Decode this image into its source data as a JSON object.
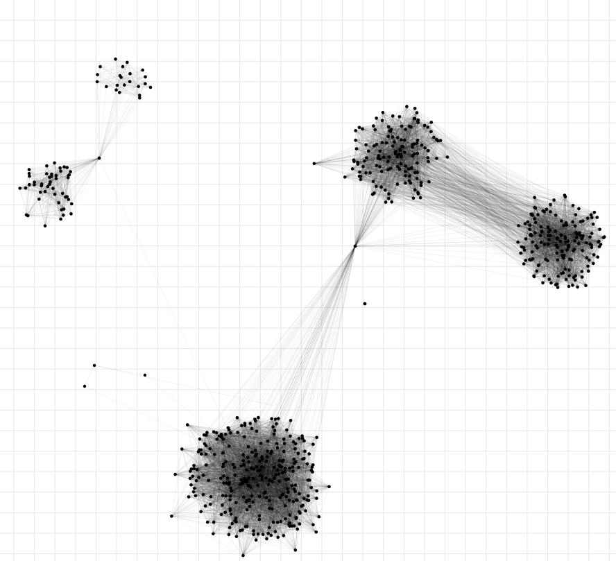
{
  "graph": {
    "node_color": "#000000",
    "edge_color": "#000000",
    "grid_color": "#e5e5e5",
    "background": "#ffffff",
    "clusters": [
      {
        "id": "cluster-top-left",
        "node_count": 22
      },
      {
        "id": "cluster-left",
        "node_count": 48
      },
      {
        "id": "cluster-upper-right",
        "node_count": 140
      },
      {
        "id": "cluster-right",
        "node_count": 160
      },
      {
        "id": "cluster-bottom",
        "node_count": 300
      }
    ],
    "hub_nodes": [
      "hub-left",
      "hub-center"
    ],
    "isolated_nodes": 1,
    "small_component_nodes": 3
  }
}
